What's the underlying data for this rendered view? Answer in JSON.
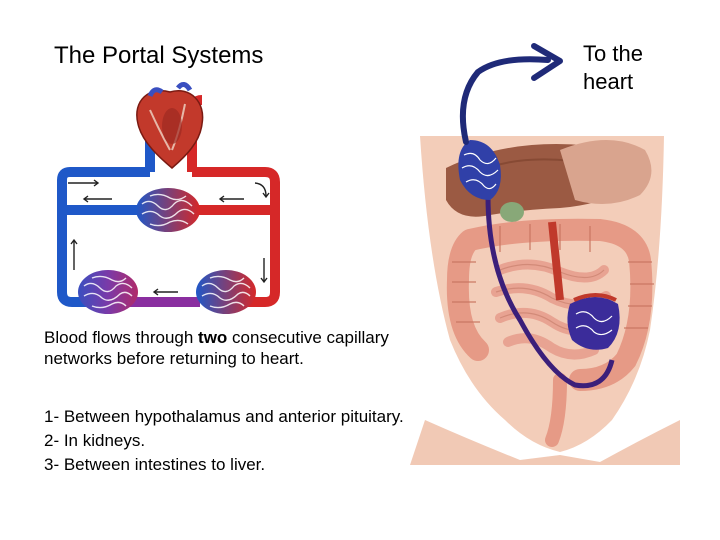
{
  "slide": {
    "title": "The Portal Systems",
    "arrow_label_line1": "To the",
    "arrow_label_line2": "heart",
    "body_prefix": "Blood flows through ",
    "body_emphasis": "two",
    "body_suffix": " consecutive capillary networks before returning to heart.",
    "list": [
      "1- Between hypothalamus and anterior pituitary.",
      "2- In kidneys.",
      "3- Between intestines to liver."
    ]
  },
  "colors": {
    "arterial": "#d62828",
    "venous": "#1f58c8",
    "portal_arrow": "#1f2a78",
    "capillary_mix": "#7a3aa8",
    "skin": "#f3cdb9",
    "liver": "#9b5a43",
    "intestine": "#e69a86"
  },
  "icons": {
    "heart": "heart-icon",
    "capillary": "capillary-bed-icon",
    "arrow": "arrow-up-right-icon"
  }
}
